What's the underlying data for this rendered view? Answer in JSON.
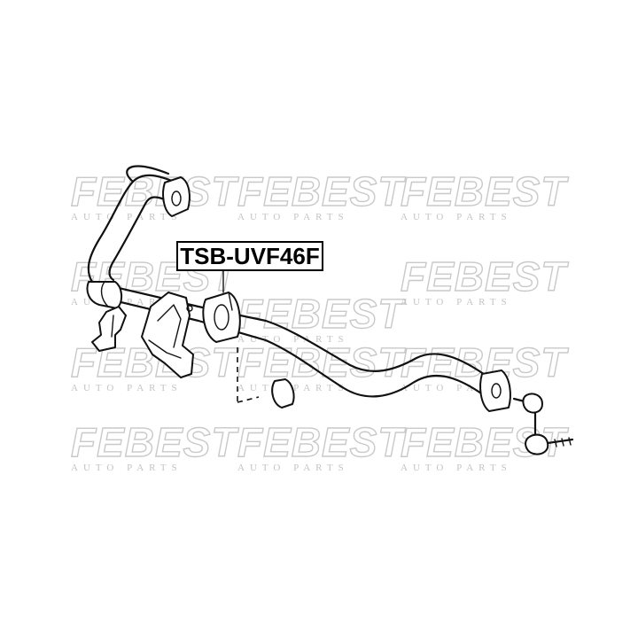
{
  "part_number": "TSB-UVF46F",
  "watermark": {
    "brand": "FEBEST",
    "sub": "AUTO PARTS"
  },
  "colors": {
    "ink": "#111111",
    "watermark": "#c9c9c9",
    "background": "#ffffff"
  }
}
